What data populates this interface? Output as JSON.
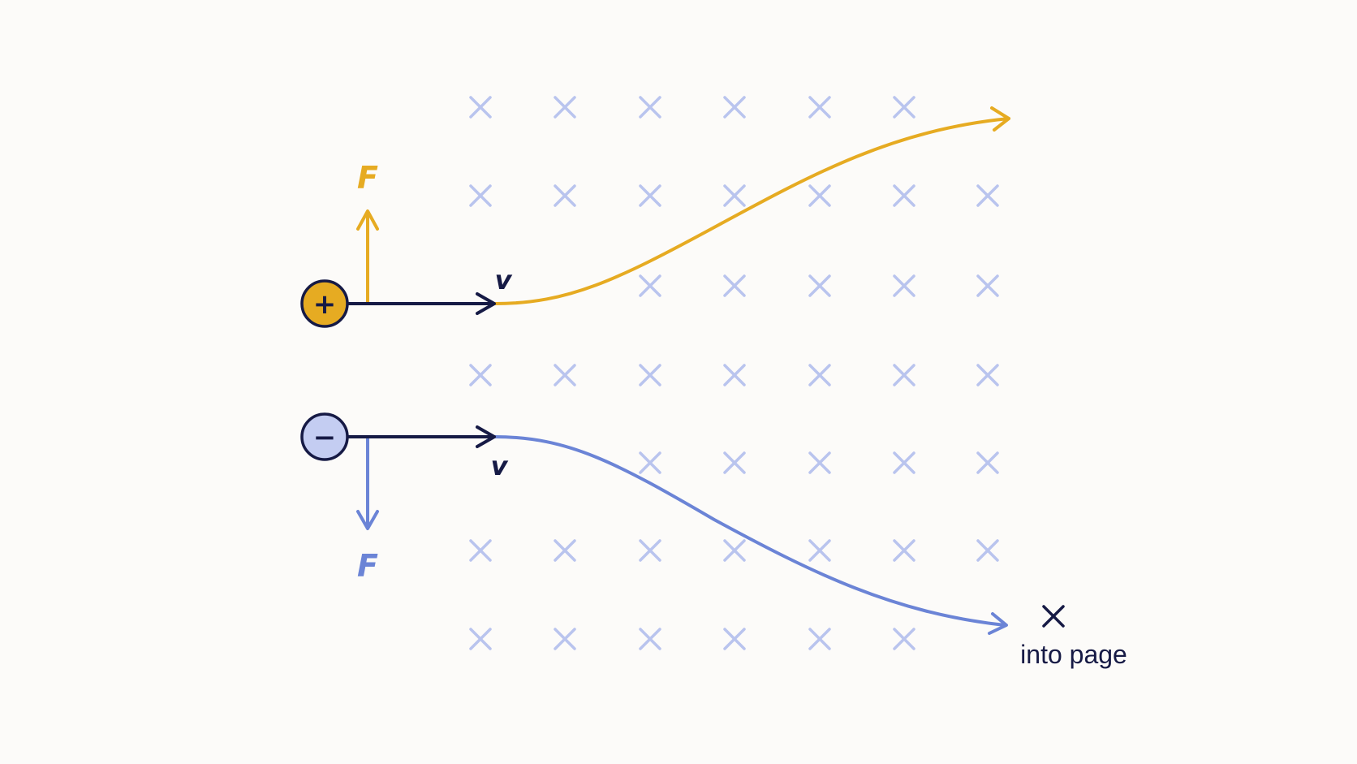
{
  "colors": {
    "background": "#fcfbf9",
    "positive": "#e6ab22",
    "negative": "#6b84d6",
    "negative_fill": "#c4cdf2",
    "ink": "#161a45",
    "field_cross": "#b9c4ee"
  },
  "field": {
    "symbol_icon": "cross-icon",
    "legend_text": "into page"
  },
  "positive_charge": {
    "symbol": "+",
    "velocity_label": "v",
    "force_label": "F"
  },
  "negative_charge": {
    "symbol": "−",
    "velocity_label": "v",
    "force_label": "F"
  }
}
